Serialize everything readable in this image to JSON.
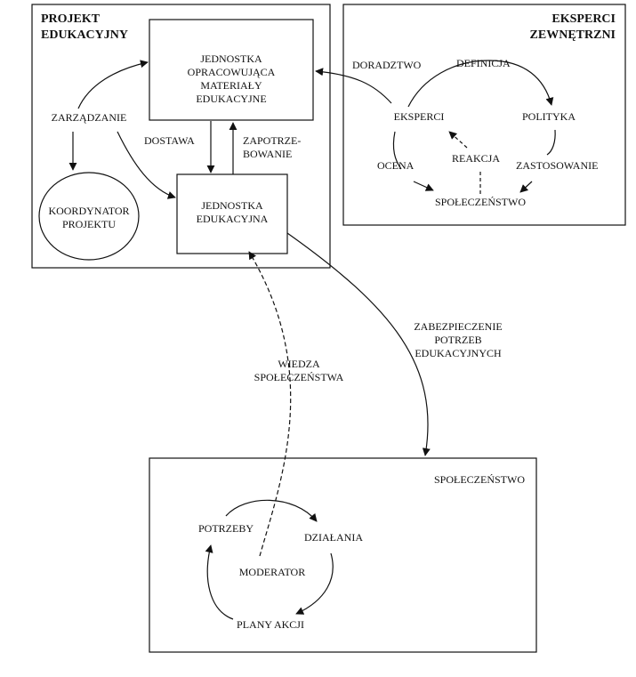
{
  "projekt": {
    "title_line1": "PROJEKT",
    "title_line2": "EDUKACYJNY",
    "materials_unit": [
      "JEDNOSTKA",
      "OPRACOWUJĄCA",
      "MATERIAŁY",
      "EDUKACYJNE"
    ],
    "edu_unit": [
      "JEDNOSTKA",
      "EDUKACYJNA"
    ],
    "coordinator": [
      "KOORDYNATOR",
      "PROJEKTU"
    ],
    "zarzadzanie": "ZARZĄDZANIE",
    "dostawa": "DOSTAWA",
    "zapotrzebowanie": [
      "ZAPOTRZE-",
      "BOWANIE"
    ]
  },
  "eksperci": {
    "title_line1": "EKSPERCI",
    "title_line2": "ZEWNĘTRZNI",
    "doradztwo": "DORADZTWO",
    "definicja": "DEFINICJA",
    "eksperci": "EKSPERCI",
    "polityka": "POLITYKA",
    "ocena": "OCENA",
    "reakcja": "REAKCJA",
    "zastosowanie": "ZASTOSOWANIE",
    "spoleczenstwo": "SPOŁECZEŃSTWO"
  },
  "links": {
    "zabezpieczenie": [
      "ZABEZPIECZENIE",
      "POTRZEB",
      "EDUKACYJNYCH"
    ],
    "wiedza": [
      "WIEDZA",
      "SPOŁECZEŃSTWA"
    ]
  },
  "spoleczenstwo": {
    "title": "SPOŁECZEŃSTWO",
    "potrzeby": "POTRZEBY",
    "dzialania": "DZIAŁANIA",
    "moderator": "MODERATOR",
    "plany": "PLANY AKCJI"
  }
}
